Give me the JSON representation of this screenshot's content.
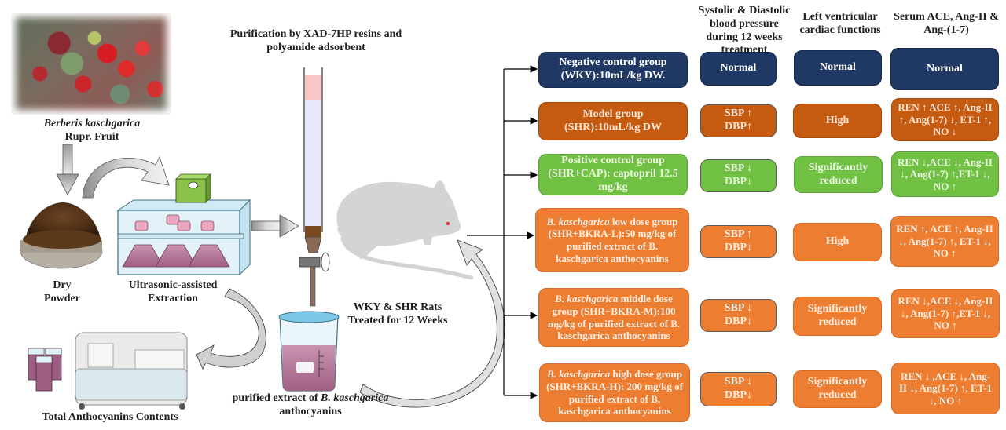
{
  "figure": {
    "type": "graphical-abstract",
    "colors": {
      "navy": "#1f3864",
      "rust": "#c55a11",
      "green": "#70c043",
      "orange": "#ed7d31",
      "arrow_gray": "#bfbfbf",
      "line": "#000000"
    }
  },
  "workflow": {
    "fruit_label_italic": "Berberis kaschgarica",
    "fruit_label_rest": "Rupr. Fruit",
    "dry_powder_label": "Dry Powder",
    "extraction_label": "Ultrasonic-assisted Extraction",
    "purification_label": "Purification by XAD-7HP resins and polyamide adsorbent",
    "extract_label_prefix": "purified extract of ",
    "extract_label_italic": "B. kaschgarica",
    "extract_label_suffix": "anthocyanins",
    "rats_label_line1": "WKY & SHR Rats",
    "rats_label_line2": "Treated for 12 Weeks",
    "anthocyanin_label": "Total Anthocyanins Contents"
  },
  "columns": {
    "blood_pressure": "Systolic & Diastolic blood pressure during 12 weeks treatment",
    "cardiac": "Left ventricular cardiac functions",
    "serum": "Serum ACE, Ang-II & Ang-(1-7)"
  },
  "groups": [
    {
      "color": "navy",
      "name_italic": "",
      "name": "Negative control group (WKY):10mL/kg DW.",
      "bp_sbp": "",
      "bp_dbp": "",
      "bp": "Normal",
      "cardiac": "Normal",
      "serum": "Normal"
    },
    {
      "color": "rust",
      "name_italic": "",
      "name": "Model group (SHR):10mL/kg DW",
      "bp_sbp": "SBP ↑",
      "bp_dbp": "DBP↑",
      "bp": "",
      "cardiac": "High",
      "serum": "REN ↑ ACE ↑, Ang-II ↑, Ang(1-7) ↓, ET-1 ↑, NO ↓"
    },
    {
      "color": "green",
      "name_italic": "",
      "name": "Positive control group (SHR+CAP): captopril 12.5 mg/kg",
      "bp_sbp": "SBP ↓",
      "bp_dbp": "DBP↓",
      "bp": "",
      "cardiac": "Significantly reduced",
      "serum": "REN ↓,ACE ↓, Ang-II ↓, Ang(1-7) ↑,ET-1 ↓, NO ↑"
    },
    {
      "color": "orange",
      "name_italic": "B. kaschgarica",
      "name": " low dose group (SHR+BKRA-L):50 mg/kg of purified  extract of B. kaschgarica anthocyanins",
      "bp_sbp": "SBP ↑",
      "bp_dbp": "DBP↓",
      "bp": "",
      "cardiac": "High",
      "serum": "REN ↑, ACE ↑, Ang-II ↓, Ang(1-7) ↑, ET-1 ↓, NO ↑"
    },
    {
      "color": "orange",
      "name_italic": "B. kaschgarica",
      "name": " middle  dose group (SHR+BKRA-M):100 mg/kg of purified  extract of B. kaschgarica anthocyanins",
      "bp_sbp": "SBP ↓",
      "bp_dbp": "DBP↓",
      "bp": "",
      "cardiac": "Significantly reduced",
      "serum": "REN ↓,ACE ↓, Ang-II ↓, Ang(1-7) ↑,ET-1 ↓, NO ↑"
    },
    {
      "color": "orange",
      "name_italic": "B. kaschgarica",
      "name": " high  dose group (SHR+BKRA-H):  200 mg/kg of purified  extract of B. kaschgarica anthocyanins",
      "bp_sbp": "SBP ↓",
      "bp_dbp": "DBP↓",
      "bp": "",
      "cardiac": "Significantly reduced",
      "serum": "REN ↓ ,ACE ↓, Ang-II ↓, Ang(1-7) ↑, ET-1 ↓, NO ↑"
    }
  ]
}
